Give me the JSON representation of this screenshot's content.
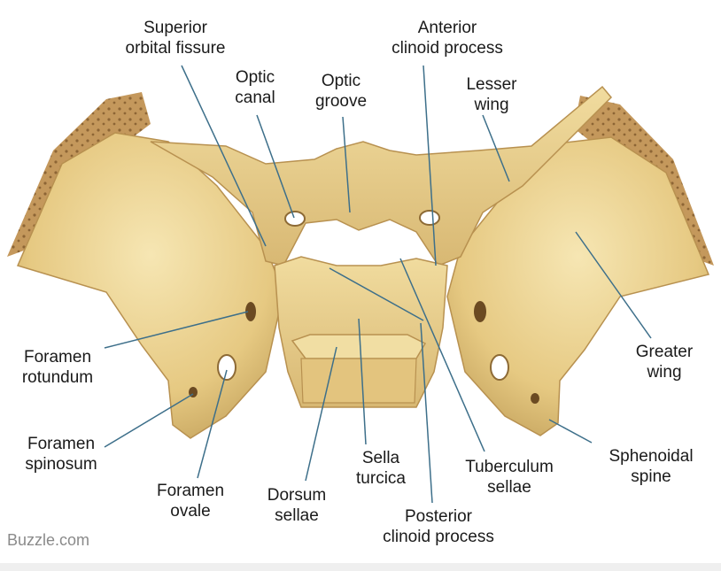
{
  "labels": {
    "superior_orbital_fissure": [
      "Superior",
      "orbital fissure"
    ],
    "optic_canal": [
      "Optic",
      "canal"
    ],
    "optic_groove": [
      "Optic",
      "groove"
    ],
    "anterior_clinoid_process": [
      "Anterior",
      "clinoid process"
    ],
    "lesser_wing": [
      "Lesser",
      "wing"
    ],
    "greater_wing": [
      "Greater",
      "wing"
    ],
    "foramen_rotundum": [
      "Foramen",
      "rotundum"
    ],
    "foramen_spinosum": [
      "Foramen",
      "spinosum"
    ],
    "foramen_ovale": [
      "Foramen",
      "ovale"
    ],
    "dorsum_sellae": [
      "Dorsum",
      "sellae"
    ],
    "sella_turcica": [
      "Sella",
      "turcica"
    ],
    "posterior_clinoid_process": [
      "Posterior",
      "clinoid process"
    ],
    "tuberculum_sellae": [
      "Tuberculum",
      "sellae"
    ],
    "sphenoidal_spine": [
      "Sphenoidal",
      "spine"
    ]
  },
  "credit": "Buzzle.com",
  "colors": {
    "bone": "#e9cf8c",
    "bone_light": "#f3e0a6",
    "bone_shadow": "#c9a862",
    "cut_surface": "#b88c52",
    "leader_line": "#3d6f8a",
    "text": "#1a1a1a"
  }
}
